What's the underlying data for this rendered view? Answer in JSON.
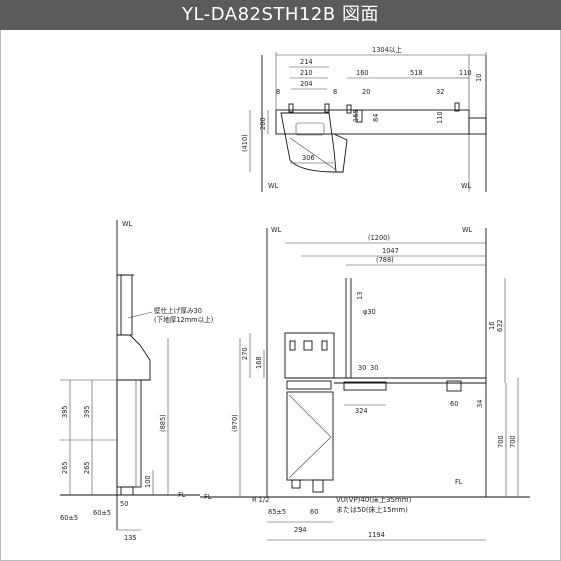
{
  "title": "YL-DA82STH12B 図面",
  "top_view": {
    "dims": {
      "overall": "1304以上",
      "d214": "214",
      "d210": "210",
      "d204": "204",
      "d8a": "8",
      "d8b": "8",
      "d160": "160",
      "d518": "518",
      "d110": "110",
      "d10": "10",
      "d20": "20",
      "d32": "32",
      "d165": "165",
      "d84": "84",
      "d110v": "110",
      "d200": "200",
      "d410": "(410)",
      "d306": "306"
    },
    "labels": {
      "wl_left": "WL",
      "wl_right": "WL"
    }
  },
  "side_view": {
    "dims": {
      "d395a": "395",
      "d395b": "395",
      "d265a": "265",
      "d265b": "265",
      "d885": "(885)",
      "d100": "100",
      "d60a": "60±5",
      "d60b": "60±5",
      "d50": "50",
      "d135": "135"
    },
    "labels": {
      "wl": "WL",
      "note_line1": "壁仕上げ厚み30",
      "note_line2": "(下地厚12mm以上)",
      "floor": "FL"
    }
  },
  "front_view": {
    "dims": {
      "d1200": "(1200)",
      "d1047": "1047",
      "d788": "(788)",
      "d13": "13",
      "phi30": "φ30",
      "d632": "632",
      "d270": "270",
      "d168": "168",
      "d30a": "30",
      "d30b": "30",
      "d324": "324",
      "d60": "60",
      "d34": "34",
      "d16": "16",
      "d970": "(970)",
      "d700a": "700",
      "d700b": "700",
      "d85": "85±5",
      "d60c": "60",
      "d294": "294",
      "d1194": "1194",
      "r12": "R 1/2"
    },
    "labels": {
      "wl_left": "WL",
      "wl_right": "WL",
      "floor": "FL",
      "fl_right": "FL",
      "vu_line1": "VU(VP)40(床上35mm)",
      "vu_line2": "または50(床上15mm)"
    }
  }
}
